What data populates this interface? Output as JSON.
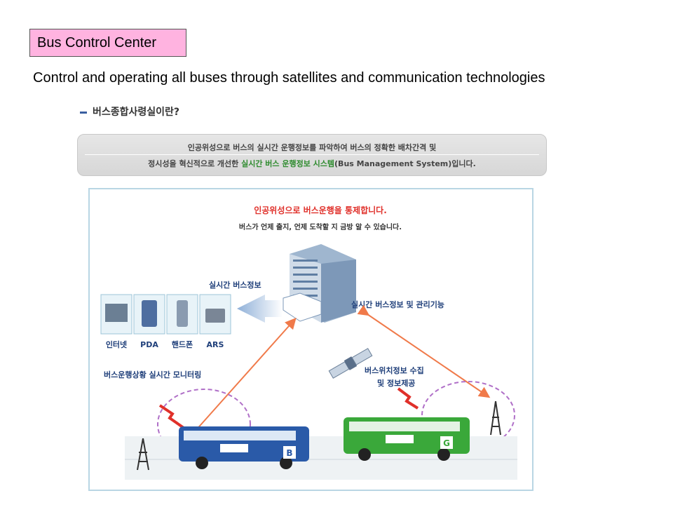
{
  "title": "Bus Control Center",
  "subtitle": "Control and operating all buses through satellites and communication technologies",
  "diagram": {
    "heading": "버스종합사령실이란?",
    "banner_line1": "인공위성으로 버스의 실시간 운행정보를 파악하여 버스의 정확한 배차간격 및",
    "banner_line2_prefix": "정시성을 혁신적으로 개선한 ",
    "banner_line2_highlight": "실시간 버스 운행정보 시스템",
    "banner_line2_suffix": "(Bus Management System)입니다.",
    "headline": "인공위성으로 버스운행을 통제합니다.",
    "subline": "버스가 언제 출지, 언제 도착할 지 금방 알 수 있습니다.",
    "realtime_info": "실시간 버스정보",
    "realtime_info_mgmt": "실시간 버스정보 및 관리기능",
    "monitoring": "버스운행상황 실시간 모니터링",
    "collection_line1": "버스위치정보 수집",
    "collection_line2": "및 정보제공",
    "devices": [
      "인터넷",
      "PDA",
      "핸드폰",
      "ARS"
    ],
    "bus_blue_badge": "B",
    "bus_green_badge": "G",
    "colors": {
      "accent_red": "#e0302a",
      "arrow_orange": "#f07a4a",
      "dashed_circle": "#b070c8",
      "bus_blue": "#2a5aa8",
      "bus_green": "#3aa83a",
      "highlight_green": "#2e8b2e"
    }
  }
}
